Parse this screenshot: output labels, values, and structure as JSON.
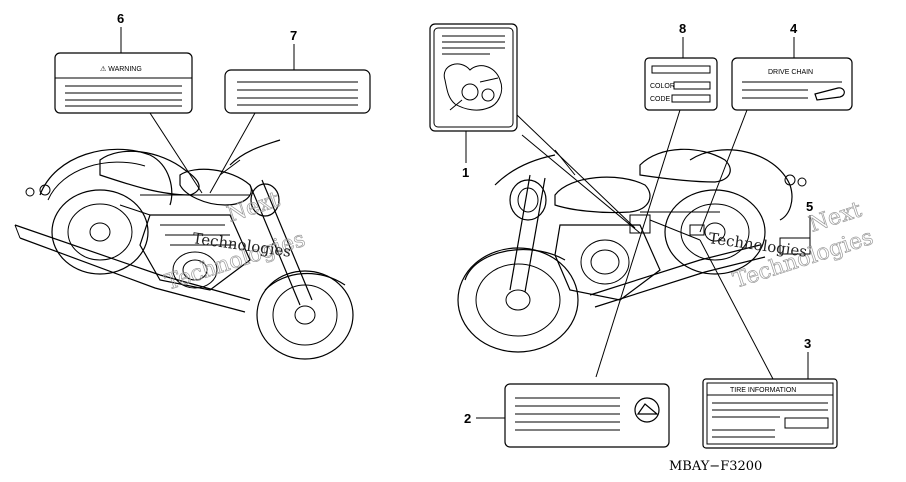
{
  "callouts": {
    "c1": "1",
    "c2": "2",
    "c3": "3",
    "c4": "4",
    "c5": "5",
    "c6": "6",
    "c7": "7",
    "c8": "8"
  },
  "labels": {
    "warning": "⚠ WARNING",
    "drive_chain": "DRIVE CHAIN",
    "color": "COLOR",
    "code": "CODE",
    "tire_information": "TIRE INFORMATION"
  },
  "watermark": {
    "left_line1": "Next",
    "left_line2": "Technologies",
    "right_line1": "Next",
    "right_line2": "Technologies"
  },
  "diagram_code": "MBAY−F3200"
}
